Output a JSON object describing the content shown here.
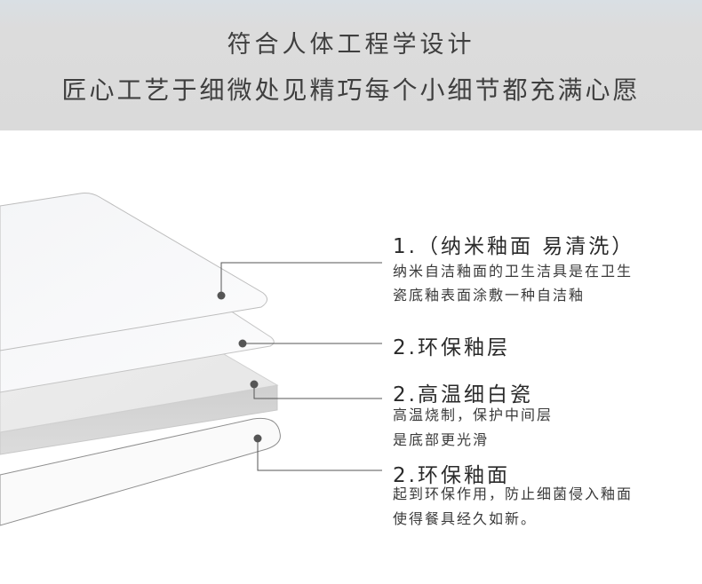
{
  "banner": {
    "line1": "符合人体工程学设计",
    "line2": "匠心工艺于细微处见精巧每个小细节都充满心愿"
  },
  "callouts": [
    {
      "title": "1.（纳米釉面 易清洗）",
      "desc_line1": "纳米自洁釉面的卫生洁具是在卫生",
      "desc_line2": "瓷底釉表面涂敷一种自洁釉"
    },
    {
      "title": "2.环保釉层"
    },
    {
      "title": "2.高温细白瓷",
      "desc_line1": "高温烧制，保护中间层",
      "desc_line2": "是底部更光滑"
    },
    {
      "title": "2.环保釉面",
      "desc_line1": "起到环保作用，防止细菌侵入釉面",
      "desc_line2": "使得餐具经久如新。"
    }
  ],
  "colors": {
    "banner_bg": "#dadada",
    "text": "#3f3f3f",
    "dot": "#555555",
    "leader_line": "#555555"
  }
}
